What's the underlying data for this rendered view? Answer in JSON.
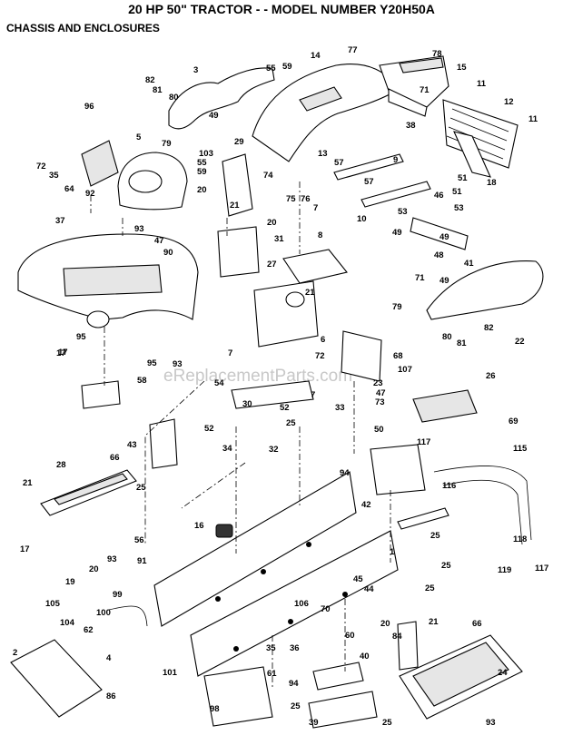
{
  "header": {
    "title": "20 HP 50\" TRACTOR - - MODEL NUMBER Y20H50A",
    "subtitle": "CHASSIS AND ENCLOSURES"
  },
  "watermark": "eReplacementParts.com",
  "callouts": [
    "77",
    "78",
    "14",
    "15",
    "3",
    "55",
    "59",
    "82",
    "81",
    "80",
    "96",
    "49",
    "71",
    "38",
    "11",
    "12",
    "11",
    "5",
    "79",
    "103",
    "29",
    "13",
    "72",
    "35",
    "64",
    "92",
    "55",
    "59",
    "20",
    "21",
    "74",
    "75",
    "76",
    "57",
    "9",
    "57",
    "10",
    "18",
    "20",
    "51",
    "46",
    "51",
    "53",
    "53",
    "37",
    "93",
    "47",
    "90",
    "31",
    "7",
    "8",
    "27",
    "49",
    "48",
    "41",
    "49",
    "71",
    "49",
    "79",
    "21",
    "95",
    "17",
    "95",
    "6",
    "72",
    "93",
    "82",
    "80",
    "81",
    "22",
    "17",
    "58",
    "7",
    "54",
    "7",
    "30",
    "52",
    "68",
    "107",
    "23",
    "47",
    "73",
    "26",
    "69",
    "33",
    "25",
    "52",
    "34",
    "32",
    "50",
    "117",
    "115",
    "43",
    "28",
    "66",
    "94",
    "21",
    "116",
    "25",
    "42",
    "17",
    "93",
    "20",
    "19",
    "56",
    "16",
    "91",
    "25",
    "1",
    "118",
    "25",
    "119",
    "117",
    "45",
    "25",
    "44",
    "99",
    "106",
    "105",
    "100",
    "104",
    "70",
    "60",
    "20",
    "21",
    "62",
    "2",
    "4",
    "35",
    "36",
    "84",
    "40",
    "66",
    "101",
    "94",
    "61",
    "25",
    "24",
    "86",
    "98",
    "39",
    "25",
    "93"
  ]
}
